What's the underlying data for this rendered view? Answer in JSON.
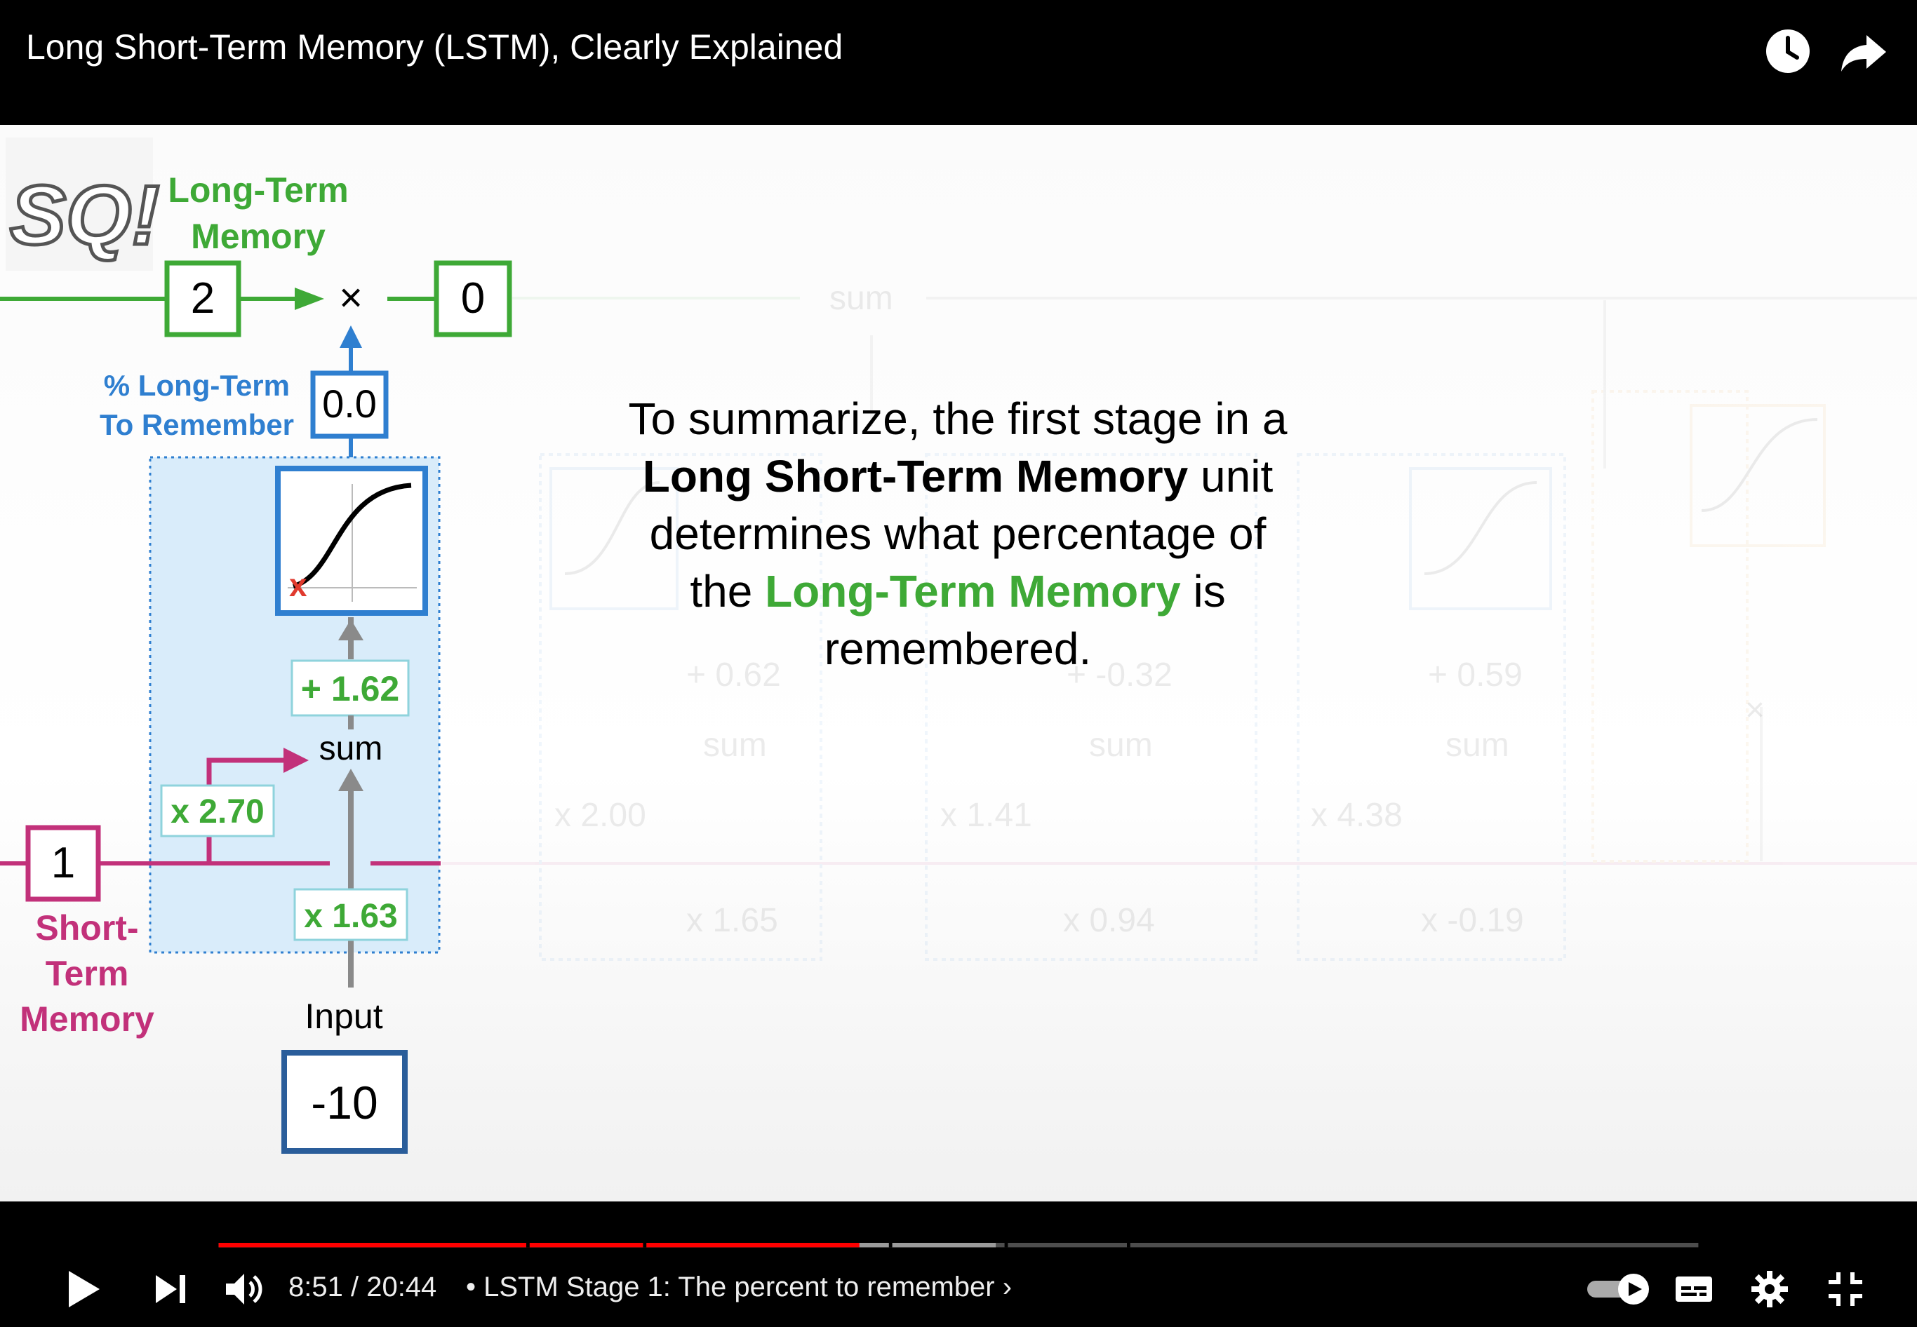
{
  "header": {
    "title": "Long Short-Term Memory (LSTM), Clearly Explained",
    "watch_later_icon": "clock-icon",
    "share_icon": "share-arrow-icon"
  },
  "video": {
    "logo_text": "SQ!",
    "long_term_label_1": "Long-Term",
    "long_term_label_2": "Memory",
    "long_term_input": "2",
    "multiply_symbol": "×",
    "long_term_output": "0",
    "faded_sum_top": "sum",
    "percent_label_1": "% Long-Term",
    "percent_label_2": "To Remember",
    "percent_value": "0.0",
    "bias": "+ 1.62",
    "sum_label": "sum",
    "short_weight": "x 2.70",
    "input_weight": "x 1.63",
    "short_term_value": "1",
    "short_term_label_1": "Short-",
    "short_term_label_2": "Term",
    "short_term_label_3": "Memory",
    "input_label": "Input",
    "input_value": "-10",
    "faded_biases": [
      "+ 0.62",
      "+ -0.32",
      "+ 0.59"
    ],
    "faded_sums": [
      "sum",
      "sum",
      "sum"
    ],
    "faded_short_weights": [
      "x 2.00",
      "x 1.41",
      "x 4.38"
    ],
    "faded_input_weights": [
      "x 1.65",
      "x 0.94",
      "x -0.19"
    ],
    "faded_multiply": "×",
    "summary_line1": "To summarize, the first stage in a",
    "summary_bold": "Long Short-Term Memory",
    "summary_line2_end": " unit",
    "summary_line3": "determines what percentage of",
    "summary_line4_start": "the ",
    "summary_green": "Long-Term Memory",
    "summary_line4_end": " is",
    "summary_line5": "remembered."
  },
  "player": {
    "progress_fraction": 0.433,
    "buffered_fraction": 0.5252,
    "current_time": "8:51",
    "duration": "20:44",
    "time_separator": " / ",
    "chapter_title": "• LSTM Stage 1: The percent to remember",
    "chapter_chevron": "›",
    "colors": {
      "played": "#ff0000",
      "buffered": "#9a9a9a",
      "unplayed": "#4d4d4d",
      "green": "#3ea936",
      "magenta": "#c2317a",
      "blue": "#2f7fd0"
    }
  }
}
